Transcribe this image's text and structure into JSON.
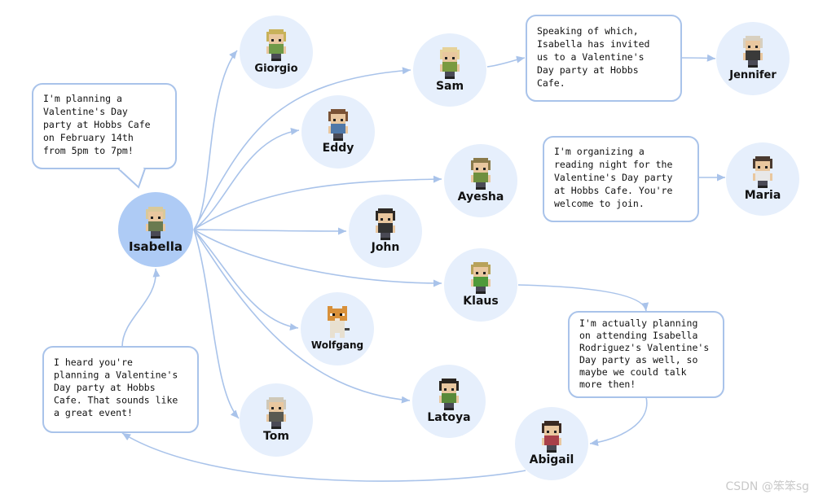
{
  "colors": {
    "node_fill": "#e6effc",
    "center_fill": "#aecbf5",
    "edge": "#a9c3ea",
    "bubble_border": "#a9c3ea",
    "skin": "#e9c79f",
    "outline": "#3b2b22"
  },
  "nodes": [
    {
      "id": "isabella",
      "name": "Isabella",
      "avatar_icon": "isabella-sprite-icon",
      "hair": "#d9c99a",
      "shirt": "#6a7a50"
    },
    {
      "id": "giorgio",
      "name": "Giorgio",
      "avatar_icon": "giorgio-sprite-icon",
      "hair": "#c8b25a",
      "shirt": "#6f9a48"
    },
    {
      "id": "eddy",
      "name": "Eddy",
      "avatar_icon": "eddy-sprite-icon",
      "hair": "#7a5235",
      "shirt": "#4f78a8"
    },
    {
      "id": "sam",
      "name": "Sam",
      "avatar_icon": "sam-sprite-icon",
      "hair": "#e6d29a",
      "shirt": "#7a9a40"
    },
    {
      "id": "ayesha",
      "name": "Ayesha",
      "avatar_icon": "ayesha-sprite-icon",
      "hair": "#8a7a4a",
      "shirt": "#6f8f3f"
    },
    {
      "id": "john",
      "name": "John",
      "avatar_icon": "john-sprite-icon",
      "hair": "#2e2a26",
      "shirt": "#333333"
    },
    {
      "id": "klaus",
      "name": "Klaus",
      "avatar_icon": "klaus-sprite-icon",
      "hair": "#b8a25a",
      "shirt": "#4f9a3a"
    },
    {
      "id": "wolfgang",
      "name": "Wolfgang",
      "avatar_icon": "cat-sprite-icon",
      "hair": "#d8903a",
      "shirt": "#e8e0d0"
    },
    {
      "id": "latoya",
      "name": "Latoya",
      "avatar_icon": "latoya-sprite-icon",
      "hair": "#2a2520",
      "shirt": "#5a8a3a"
    },
    {
      "id": "tom",
      "name": "Tom",
      "avatar_icon": "tom-sprite-icon",
      "hair": "#cfc8b8",
      "shirt": "#5a5a52"
    },
    {
      "id": "abigail",
      "name": "Abigail",
      "avatar_icon": "abigail-sprite-icon",
      "hair": "#3a2a22",
      "shirt": "#a8404a"
    },
    {
      "id": "jennifer",
      "name": "Jennifer",
      "avatar_icon": "jennifer-sprite-icon",
      "hair": "#d8d0c0",
      "shirt": "#3a3a3a"
    },
    {
      "id": "maria",
      "name": "Maria",
      "avatar_icon": "maria-sprite-icon",
      "hair": "#4a3a30",
      "shirt": "#e8e8e8"
    }
  ],
  "edges": [
    {
      "from": "isabella",
      "to": "giorgio"
    },
    {
      "from": "isabella",
      "to": "eddy"
    },
    {
      "from": "isabella",
      "to": "sam"
    },
    {
      "from": "isabella",
      "to": "ayesha"
    },
    {
      "from": "isabella",
      "to": "john"
    },
    {
      "from": "isabella",
      "to": "klaus"
    },
    {
      "from": "isabella",
      "to": "wolfgang"
    },
    {
      "from": "isabella",
      "to": "latoya"
    },
    {
      "from": "isabella",
      "to": "tom"
    },
    {
      "from": "sam",
      "to": "bubble_sam"
    },
    {
      "from": "bubble_sam",
      "to": "jennifer"
    },
    {
      "from": "bubble_ayesha",
      "to": "maria"
    },
    {
      "from": "klaus",
      "to": "bubble_klaus"
    },
    {
      "from": "bubble_klaus",
      "to": "abigail"
    },
    {
      "from": "abigail",
      "to": "bubble_heard"
    },
    {
      "from": "bubble_heard",
      "to": "isabella"
    }
  ],
  "bubbles": [
    {
      "id": "bubble_isabella",
      "lines": [
        "I'm planning a",
        "Valentine's Day",
        "party at Hobbs Cafe",
        "on February 14th",
        "from 5pm to 7pm!"
      ]
    },
    {
      "id": "bubble_sam",
      "lines": [
        "Speaking of which,",
        "Isabella has invited",
        "us to a Valentine's",
        "Day party at Hobbs",
        "Cafe."
      ]
    },
    {
      "id": "bubble_ayesha",
      "lines": [
        "I'm organizing a",
        "reading night for the",
        "Valentine's Day party",
        "at Hobbs Cafe. You're",
        "welcome to join."
      ]
    },
    {
      "id": "bubble_klaus",
      "lines": [
        "I'm actually planning",
        "on attending Isabella",
        "Rodriguez's Valentine's",
        "Day party as well, so",
        "maybe we could talk",
        "more then!"
      ]
    },
    {
      "id": "bubble_heard",
      "lines": [
        "I heard you're",
        "planning a Valentine's",
        "Day party at Hobbs",
        "Cafe. That sounds like",
        "a great event!"
      ]
    }
  ],
  "watermark": "CSDN @笨笨sg"
}
